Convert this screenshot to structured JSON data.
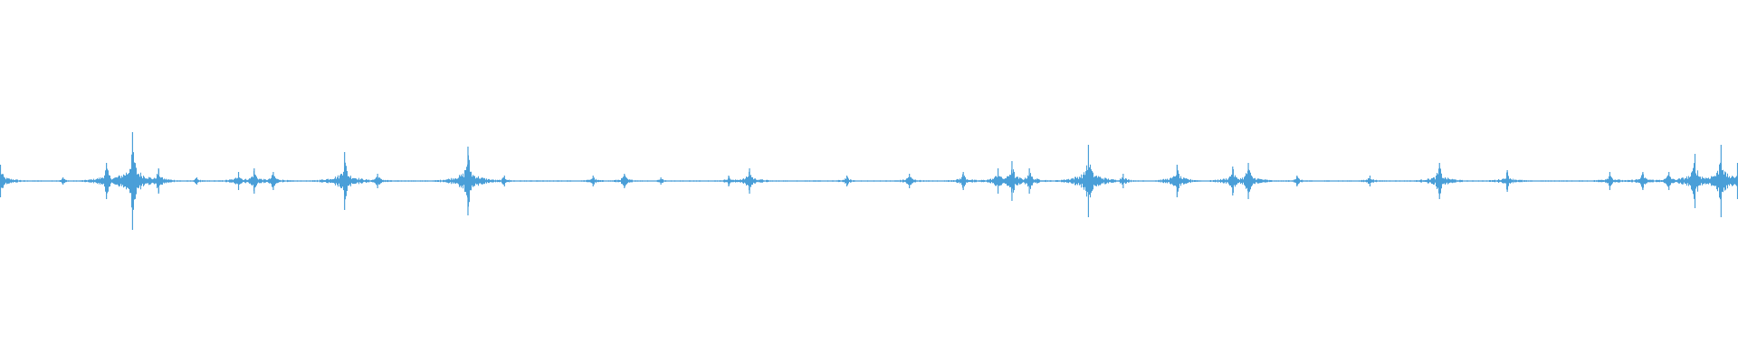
{
  "waveform": {
    "color": "#4a9fd8",
    "amplitude_peaks": [
      {
        "position": 0.0,
        "amplitude": 0.09
      },
      {
        "position": 0.036,
        "amplitude": 0.02
      },
      {
        "position": 0.061,
        "amplitude": 0.1
      },
      {
        "position": 0.076,
        "amplitude": 0.27
      },
      {
        "position": 0.091,
        "amplitude": 0.07
      },
      {
        "position": 0.113,
        "amplitude": 0.02
      },
      {
        "position": 0.137,
        "amplitude": 0.05
      },
      {
        "position": 0.146,
        "amplitude": 0.07
      },
      {
        "position": 0.157,
        "amplitude": 0.05
      },
      {
        "position": 0.198,
        "amplitude": 0.16
      },
      {
        "position": 0.217,
        "amplitude": 0.04
      },
      {
        "position": 0.269,
        "amplitude": 0.19
      },
      {
        "position": 0.29,
        "amplitude": 0.03
      },
      {
        "position": 0.341,
        "amplitude": 0.03
      },
      {
        "position": 0.359,
        "amplitude": 0.04
      },
      {
        "position": 0.38,
        "amplitude": 0.02
      },
      {
        "position": 0.419,
        "amplitude": 0.03
      },
      {
        "position": 0.431,
        "amplitude": 0.07
      },
      {
        "position": 0.487,
        "amplitude": 0.03
      },
      {
        "position": 0.523,
        "amplitude": 0.04
      },
      {
        "position": 0.554,
        "amplitude": 0.05
      },
      {
        "position": 0.574,
        "amplitude": 0.07
      },
      {
        "position": 0.582,
        "amplitude": 0.11
      },
      {
        "position": 0.592,
        "amplitude": 0.07
      },
      {
        "position": 0.626,
        "amplitude": 0.2
      },
      {
        "position": 0.646,
        "amplitude": 0.04
      },
      {
        "position": 0.677,
        "amplitude": 0.09
      },
      {
        "position": 0.709,
        "amplitude": 0.08
      },
      {
        "position": 0.718,
        "amplitude": 0.1
      },
      {
        "position": 0.746,
        "amplitude": 0.03
      },
      {
        "position": 0.788,
        "amplitude": 0.03
      },
      {
        "position": 0.828,
        "amplitude": 0.1
      },
      {
        "position": 0.867,
        "amplitude": 0.06
      },
      {
        "position": 0.926,
        "amplitude": 0.05
      },
      {
        "position": 0.945,
        "amplitude": 0.05
      },
      {
        "position": 0.96,
        "amplitude": 0.05
      },
      {
        "position": 0.975,
        "amplitude": 0.15
      },
      {
        "position": 0.99,
        "amplitude": 0.2
      },
      {
        "position": 1.0,
        "amplitude": 0.1
      }
    ]
  }
}
